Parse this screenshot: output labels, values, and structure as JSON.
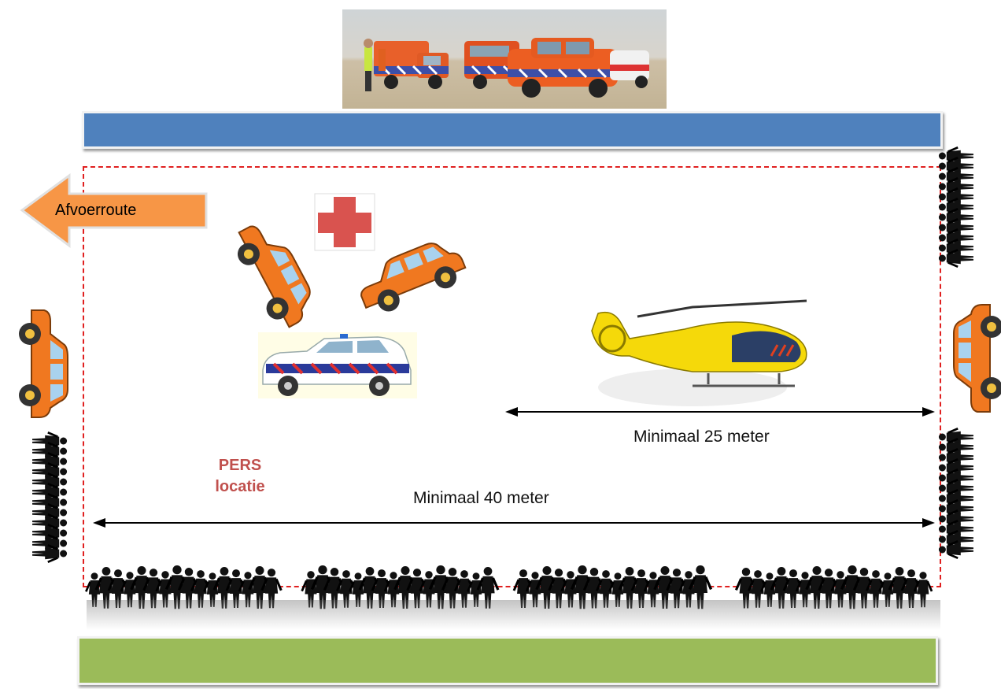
{
  "labels": {
    "route": "Afvoerroute",
    "press_line1": "PERS",
    "press_line2": "locatie",
    "distance_helicopter": "Minimaal 25 meter",
    "distance_zone": "Minimaal 40 meter"
  },
  "colors": {
    "blue_bar": "#4f81bd",
    "green_bar": "#9bbb59",
    "zone_border": "#e02020",
    "route_arrow": "#f79646",
    "press_text": "#c0504d",
    "vehicle_orange": "#f07820",
    "helicopter_yellow": "#f5d90a",
    "red_cross": "#d9534f"
  },
  "icons": {
    "photo": "emergency-vehicles-photo",
    "cross": "red-cross-icon",
    "helicopter": "ambulance-helicopter-icon",
    "police": "police-car-icon",
    "crowd": "crowd-silhouette-icon"
  }
}
